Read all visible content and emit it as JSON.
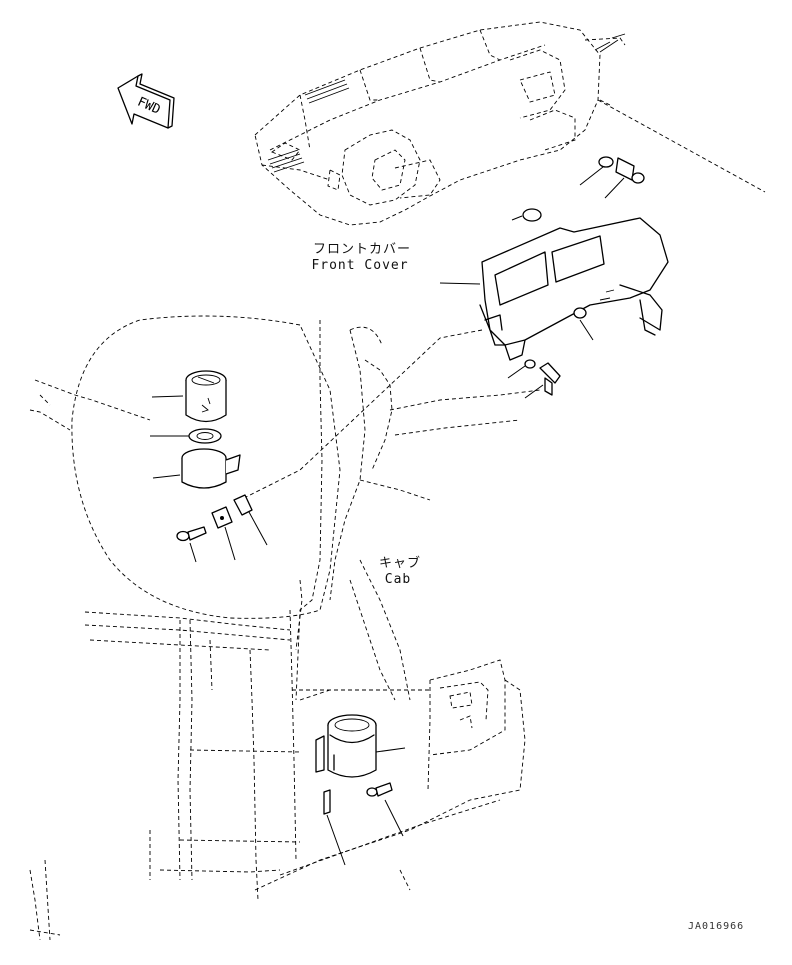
{
  "labels": {
    "fwd": "FWD",
    "front_cover_jp": "フロントカバー",
    "front_cover_en": "Front Cover",
    "cab_jp": "キャブ",
    "cab_en": "Cab",
    "drawing_code": "JA016966"
  },
  "colors": {
    "line": "#000000",
    "background": "#ffffff"
  }
}
